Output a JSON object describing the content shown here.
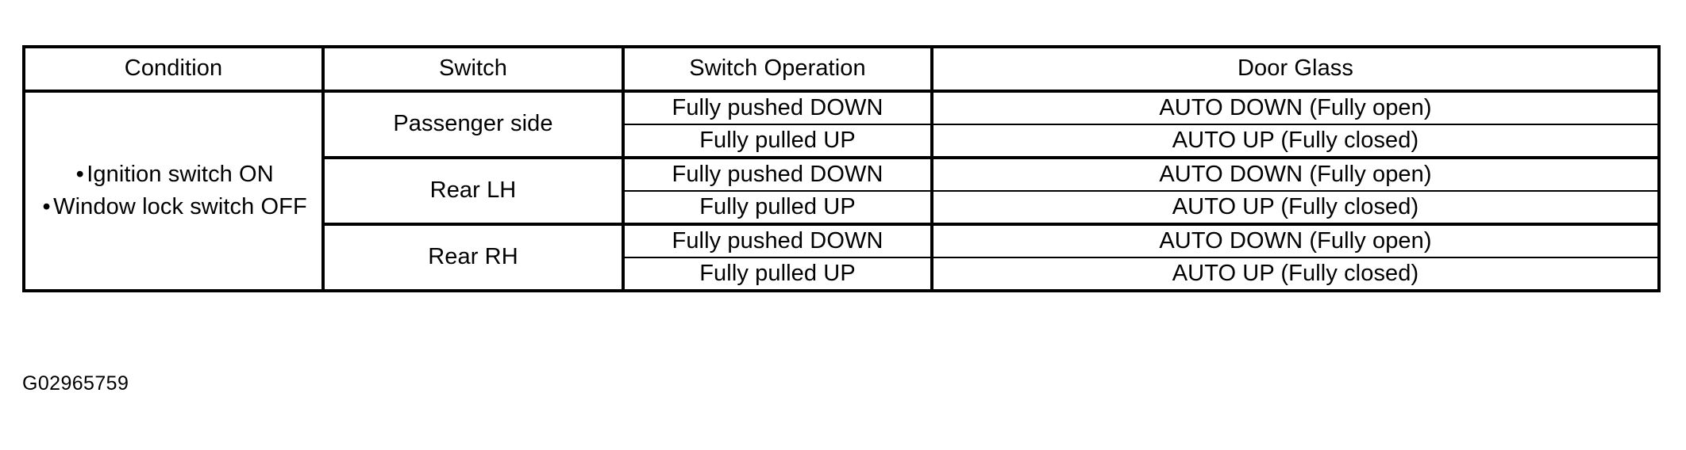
{
  "figure": {
    "caption": "G02965759"
  },
  "table": {
    "headers": [
      "Condition",
      "Switch",
      "Switch Operation",
      "Door Glass"
    ],
    "condition": {
      "lines": [
        "Ignition switch ON",
        "Window lock switch OFF"
      ],
      "bullet": "•"
    },
    "groups": [
      {
        "switch": "Passenger side",
        "rows": [
          {
            "operation": "Fully pushed DOWN",
            "glass": "AUTO DOWN (Fully open)"
          },
          {
            "operation": "Fully pulled UP",
            "glass": "AUTO UP (Fully closed)"
          }
        ]
      },
      {
        "switch": "Rear LH",
        "rows": [
          {
            "operation": "Fully pushed DOWN",
            "glass": "AUTO DOWN (Fully open)"
          },
          {
            "operation": "Fully pulled UP",
            "glass": "AUTO UP (Fully closed)"
          }
        ]
      },
      {
        "switch": "Rear RH",
        "rows": [
          {
            "operation": "Fully pushed DOWN",
            "glass": "AUTO DOWN (Fully open)"
          },
          {
            "operation": "Fully pulled UP",
            "glass": "AUTO UP (Fully closed)"
          }
        ]
      }
    ]
  },
  "colors": {
    "border": "#000000",
    "background": "#ffffff",
    "text": "#000000"
  }
}
